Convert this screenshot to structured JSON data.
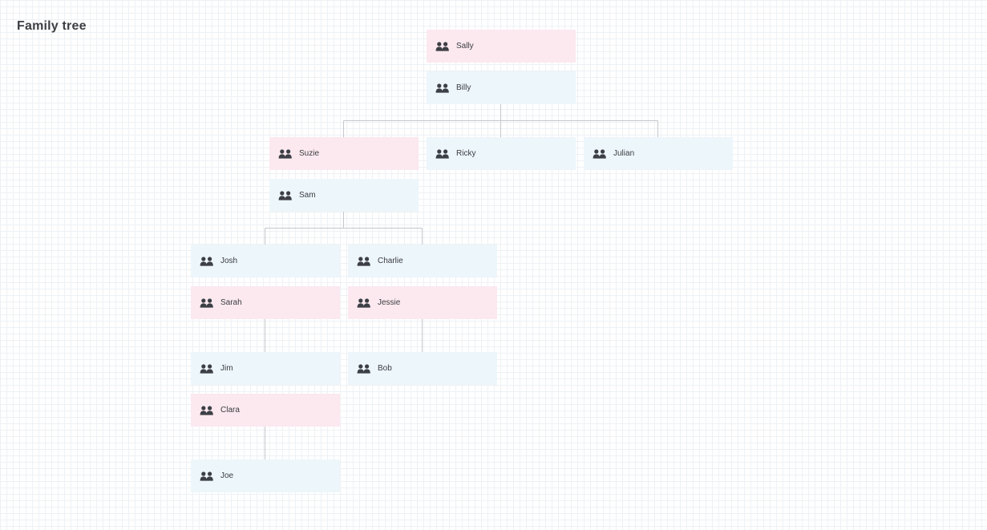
{
  "page": {
    "title": "Family tree"
  },
  "tree": {
    "icon": "people-icon",
    "colors": {
      "female": "#fbe9ef",
      "male": "#edf6fb",
      "connector": "#c4c7cc"
    },
    "nodes": {
      "sally": {
        "label": "Sally",
        "gender": "female"
      },
      "billy": {
        "label": "Billy",
        "gender": "male"
      },
      "suzie": {
        "label": "Suzie",
        "gender": "female"
      },
      "ricky": {
        "label": "Ricky",
        "gender": "male"
      },
      "julian": {
        "label": "Julian",
        "gender": "male"
      },
      "sam": {
        "label": "Sam",
        "gender": "male"
      },
      "josh": {
        "label": "Josh",
        "gender": "male"
      },
      "charlie": {
        "label": "Charlie",
        "gender": "male"
      },
      "sarah": {
        "label": "Sarah",
        "gender": "female"
      },
      "jessie": {
        "label": "Jessie",
        "gender": "female"
      },
      "jim": {
        "label": "Jim",
        "gender": "male"
      },
      "bob": {
        "label": "Bob",
        "gender": "male"
      },
      "clara": {
        "label": "Clara",
        "gender": "female"
      },
      "joe": {
        "label": "Joe",
        "gender": "male"
      }
    },
    "relations": [
      {
        "parents": [
          "sally",
          "billy"
        ],
        "children": [
          "suzie",
          "ricky",
          "julian"
        ]
      },
      {
        "parents": [
          "suzie",
          "sam"
        ],
        "children": [
          "josh",
          "charlie"
        ]
      },
      {
        "parents": [
          "josh",
          "sarah"
        ],
        "children": [
          "jim"
        ]
      },
      {
        "parents": [
          "charlie",
          "jessie"
        ],
        "children": [
          "bob"
        ]
      },
      {
        "parents": [
          "jim",
          "clara"
        ],
        "children": [
          "joe"
        ]
      }
    ]
  }
}
